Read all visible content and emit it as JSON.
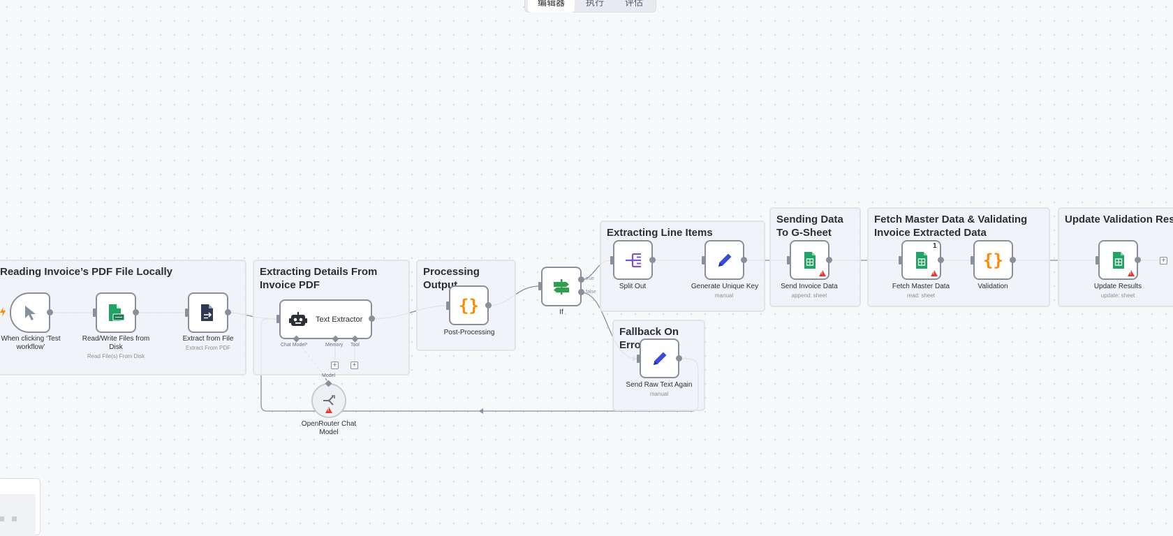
{
  "tabs": [
    {
      "label": "编辑器",
      "active": true
    },
    {
      "label": "执行",
      "active": false
    },
    {
      "label": "评估",
      "active": false
    }
  ],
  "sticky_notes": {
    "reading": "Reading Invoice’s PDF File Locally",
    "extracting": "Extracting Details From Invoice PDF",
    "processing": "Processing Output",
    "line_items": "Extracting Line Items",
    "sending": "Sending Data To G-Sheet",
    "fetch": "Fetch Master Data & Validating Invoice Extracted Data",
    "update": "Update Validation Results",
    "fallback": "Fallback On Error"
  },
  "nodes": {
    "trigger": {
      "label": "When clicking ‘Test workflow’"
    },
    "readwrite": {
      "label": "Read/Write Files from Disk",
      "subtitle": "Read File(s) From Disk"
    },
    "extract": {
      "label": "Extract from File",
      "subtitle": "Extract From PDF"
    },
    "text_extractor": {
      "label": "Text Extractor",
      "ports": {
        "chat_model": "Chat Model*",
        "memory": "Memory",
        "tool": "Tool"
      }
    },
    "openrouter": {
      "label": "OpenRouter Chat Model",
      "port": "Model"
    },
    "post_processing": {
      "label": "Post-Processing"
    },
    "if": {
      "label": "If",
      "true_label": "true",
      "false_label": "false"
    },
    "split_out": {
      "label": "Split Out"
    },
    "gen_key": {
      "label": "Generate Unique Key",
      "subtitle": "manual"
    },
    "send_invoice": {
      "label": "Send Invoice Data",
      "subtitle": "append: sheet"
    },
    "fetch_master": {
      "label": "Fetch Master Data",
      "subtitle": "read: sheet",
      "badge": "1"
    },
    "validation": {
      "label": "Validation"
    },
    "update_results": {
      "label": "Update Results",
      "subtitle": "update: sheet"
    },
    "send_raw": {
      "label": "Send Raw Text Again",
      "subtitle": "manual"
    }
  },
  "colors": {
    "node_border": "#8a8f9c",
    "sheets_green": "#21a366",
    "code_orange": "#ff8a00",
    "set_blue": "#3a4bd8",
    "split_purple": "#7e57c2",
    "if_green": "#2e9e4f",
    "warning_red": "#e53935"
  }
}
